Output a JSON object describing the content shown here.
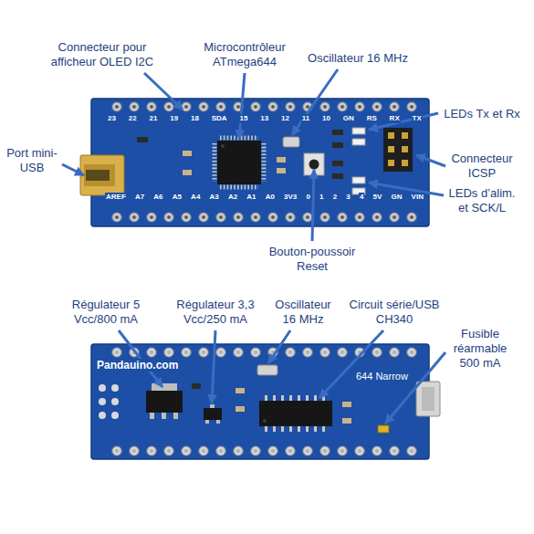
{
  "diagram": {
    "labels": [
      "Connecteur pour afficheur OLED I2C",
      "Microcontrôleur ATmega644",
      "Oscillateur 16 MHz",
      "LEDs Tx et Rx",
      "Port mini-USB",
      "Connecteur ICSP",
      "LEDs d’alim. et SCK/L",
      "Bouton-poussoir Reset",
      "Régulateur 5 Vcc/800 mA",
      "Régulateur 3,3 Vcc/250 mA",
      "Oscillateur 16 MHz",
      "Circuit série/USB CH340",
      "Fusible réarmable 500 mA",
      "23",
      "22",
      "21",
      "19",
      "18",
      "SDA",
      "15",
      "13",
      "12",
      "11",
      "10",
      "GN",
      "RS",
      "RX",
      "TX",
      "AREF",
      "A7",
      "A6",
      "A5",
      "A4",
      "A3",
      "A2",
      "A1",
      "A0",
      "3V3",
      "0",
      "1",
      "2",
      "3",
      "4",
      "5V",
      "GN",
      "VIN",
      "Pandauino.com",
      "644 Narrow"
    ]
  }
}
